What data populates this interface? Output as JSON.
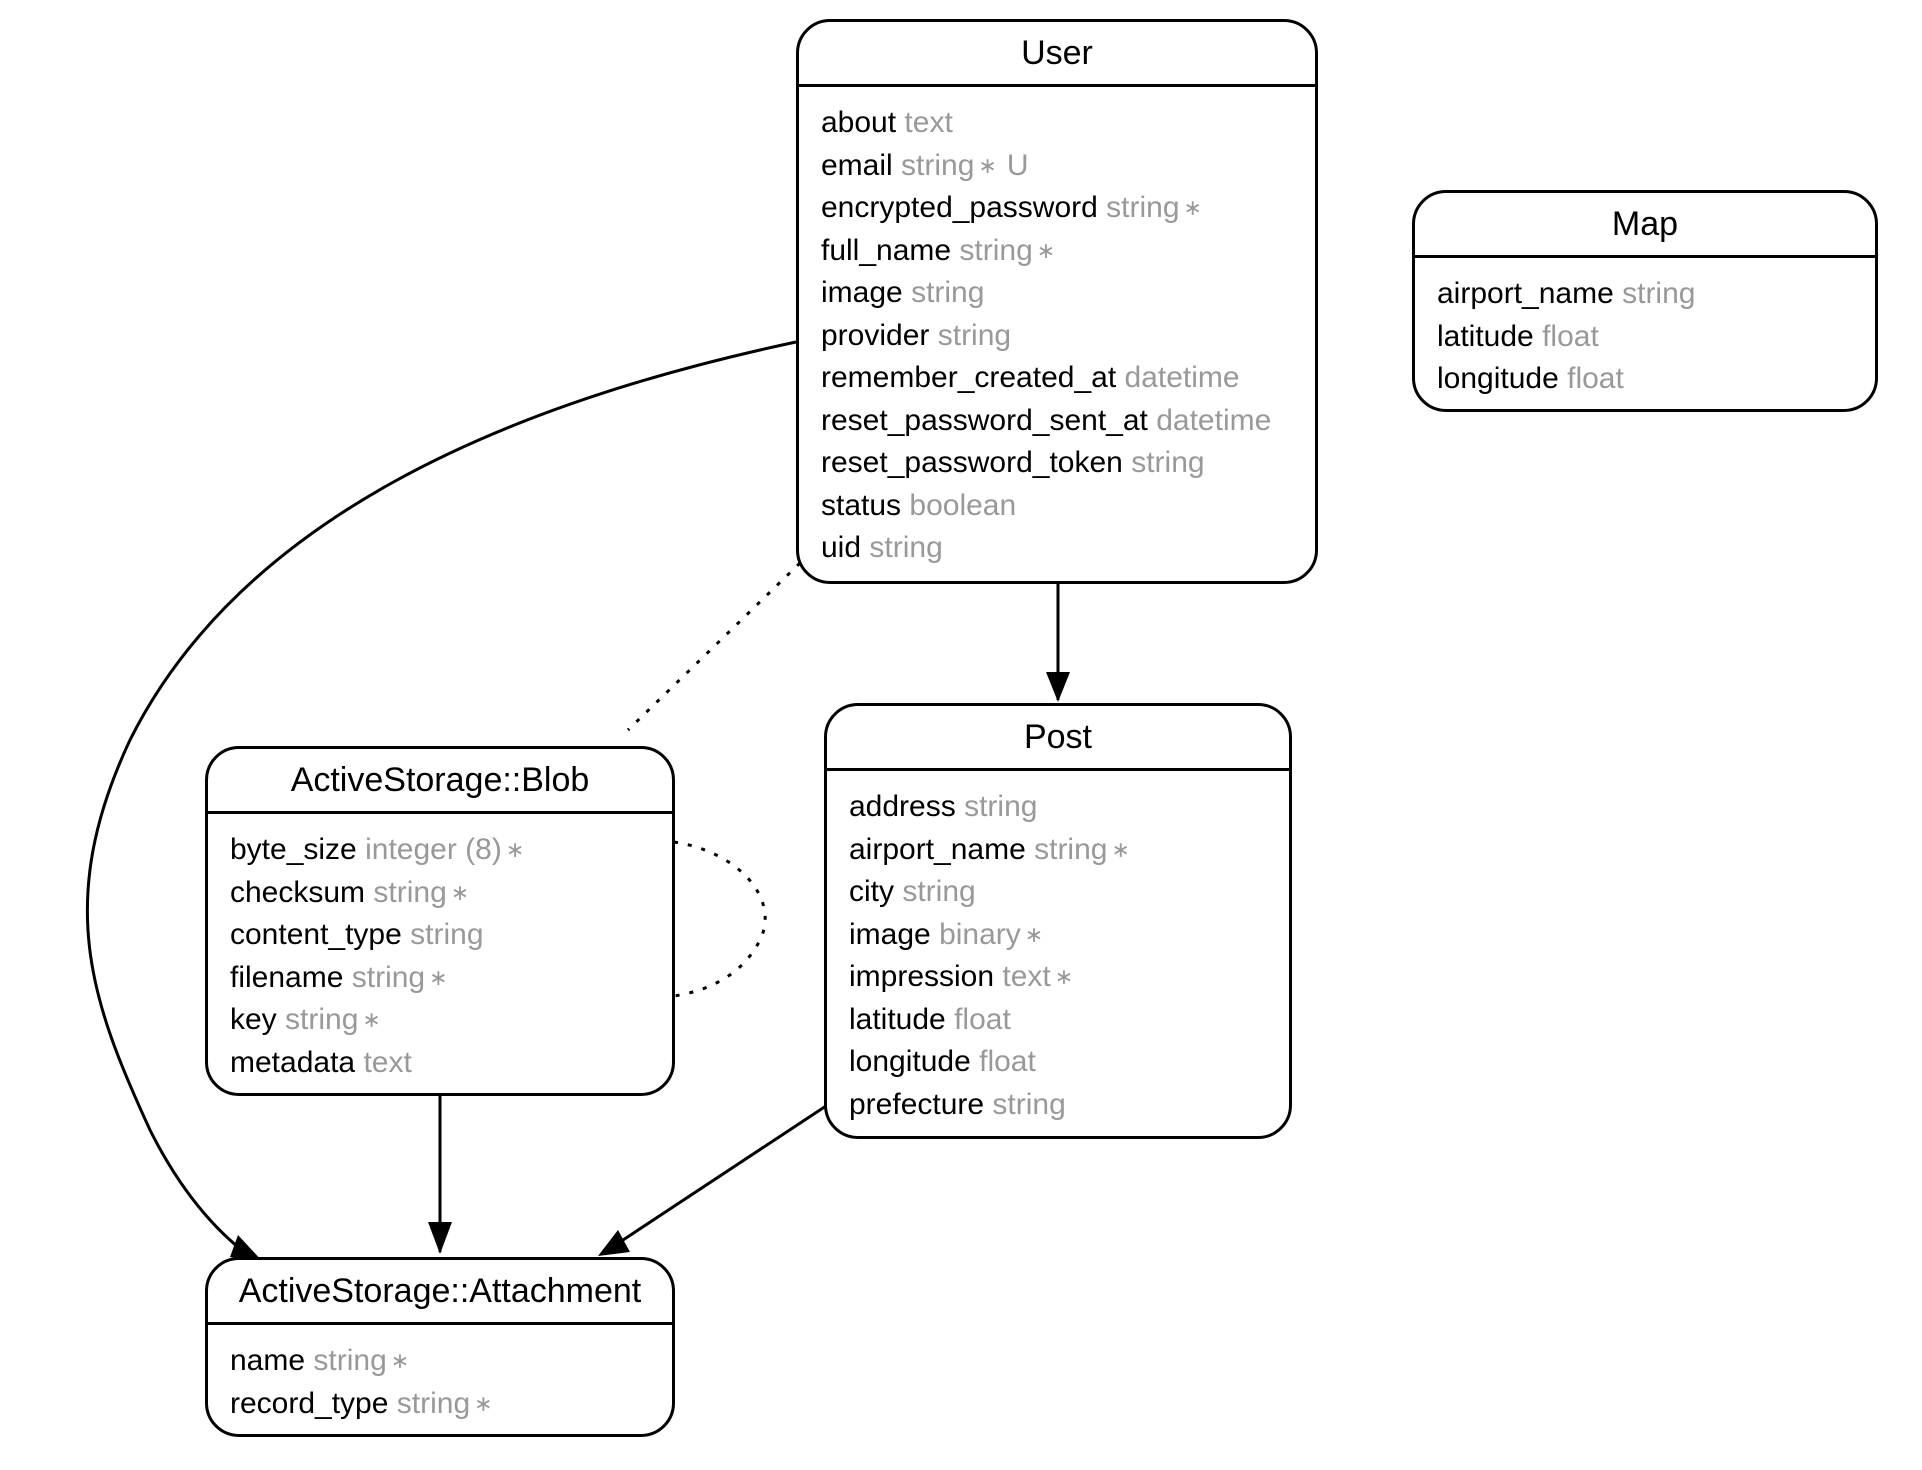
{
  "entities": {
    "user": {
      "title": "User",
      "attributes": [
        {
          "name": "about",
          "type": "text",
          "flag": "",
          "extra": ""
        },
        {
          "name": "email",
          "type": "string",
          "flag": "∗",
          "extra": "U"
        },
        {
          "name": "encrypted_password",
          "type": "string",
          "flag": "∗",
          "extra": ""
        },
        {
          "name": "full_name",
          "type": "string",
          "flag": "∗",
          "extra": ""
        },
        {
          "name": "image",
          "type": "string",
          "flag": "",
          "extra": ""
        },
        {
          "name": "provider",
          "type": "string",
          "flag": "",
          "extra": ""
        },
        {
          "name": "remember_created_at",
          "type": "datetime",
          "flag": "",
          "extra": ""
        },
        {
          "name": "reset_password_sent_at",
          "type": "datetime",
          "flag": "",
          "extra": ""
        },
        {
          "name": "reset_password_token",
          "type": "string",
          "flag": "",
          "extra": ""
        },
        {
          "name": "status",
          "type": "boolean",
          "flag": "",
          "extra": ""
        },
        {
          "name": "uid",
          "type": "string",
          "flag": "",
          "extra": ""
        }
      ]
    },
    "map": {
      "title": "Map",
      "attributes": [
        {
          "name": "airport_name",
          "type": "string",
          "flag": "",
          "extra": ""
        },
        {
          "name": "latitude",
          "type": "float",
          "flag": "",
          "extra": ""
        },
        {
          "name": "longitude",
          "type": "float",
          "flag": "",
          "extra": ""
        }
      ]
    },
    "blob": {
      "title": "ActiveStorage::Blob",
      "attributes": [
        {
          "name": "byte_size",
          "type": "integer (8)",
          "flag": "∗",
          "extra": ""
        },
        {
          "name": "checksum",
          "type": "string",
          "flag": "∗",
          "extra": ""
        },
        {
          "name": "content_type",
          "type": "string",
          "flag": "",
          "extra": ""
        },
        {
          "name": "filename",
          "type": "string",
          "flag": "∗",
          "extra": ""
        },
        {
          "name": "key",
          "type": "string",
          "flag": "∗",
          "extra": ""
        },
        {
          "name": "metadata",
          "type": "text",
          "flag": "",
          "extra": ""
        }
      ]
    },
    "post": {
      "title": "Post",
      "attributes": [
        {
          "name": "address",
          "type": "string",
          "flag": "",
          "extra": ""
        },
        {
          "name": "airport_name",
          "type": "string",
          "flag": "∗",
          "extra": ""
        },
        {
          "name": "city",
          "type": "string",
          "flag": "",
          "extra": ""
        },
        {
          "name": "image",
          "type": "binary",
          "flag": "∗",
          "extra": ""
        },
        {
          "name": "impression",
          "type": "text",
          "flag": "∗",
          "extra": ""
        },
        {
          "name": "latitude",
          "type": "float",
          "flag": "",
          "extra": ""
        },
        {
          "name": "longitude",
          "type": "float",
          "flag": "",
          "extra": ""
        },
        {
          "name": "prefecture",
          "type": "string",
          "flag": "",
          "extra": ""
        }
      ]
    },
    "attachment": {
      "title": "ActiveStorage::Attachment",
      "attributes": [
        {
          "name": "name",
          "type": "string",
          "flag": "∗",
          "extra": ""
        },
        {
          "name": "record_type",
          "type": "string",
          "flag": "∗",
          "extra": ""
        }
      ]
    }
  },
  "relationships": [
    {
      "from": "user",
      "to": "post",
      "style": "solid",
      "arrow": true
    },
    {
      "from": "user",
      "to": "attachment",
      "style": "solid",
      "arrow": true
    },
    {
      "from": "blob",
      "to": "attachment",
      "style": "solid",
      "arrow": true
    },
    {
      "from": "post",
      "to": "attachment",
      "style": "solid",
      "arrow": true
    },
    {
      "from": "user",
      "to": "blob",
      "style": "dotted",
      "arrow": false
    },
    {
      "from": "blob",
      "to": "blob",
      "style": "dotted",
      "arrow": false
    }
  ]
}
